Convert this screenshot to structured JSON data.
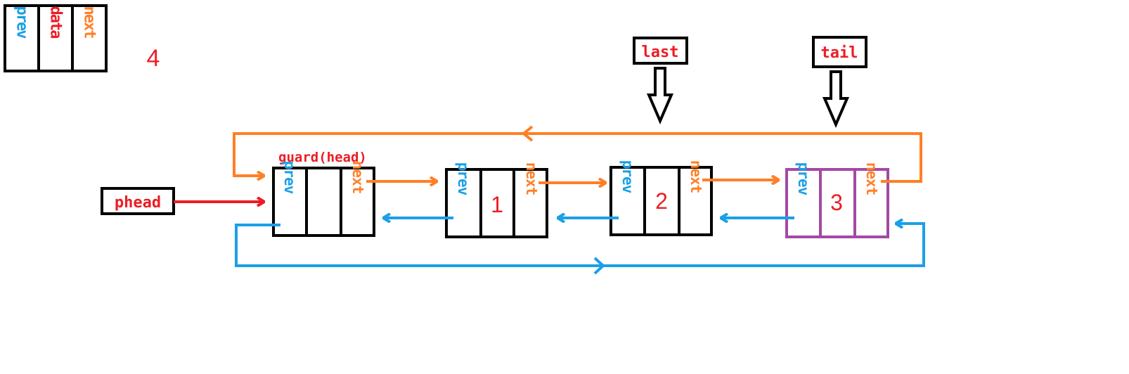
{
  "colors": {
    "prev": "#1aa0e6",
    "next": "#ff7f27",
    "data": "#ed1c24",
    "border": "#000000",
    "tail_node_border": "#a349a4"
  },
  "legend": {
    "prev_label": "prev",
    "data_label": "data",
    "next_label": "next"
  },
  "counter": "4",
  "pointers": {
    "phead": "phead",
    "last": "last",
    "tail": "tail"
  },
  "guard_caption": "guard(head)",
  "nodes": [
    {
      "prev": "prev",
      "data": "",
      "next": "next"
    },
    {
      "prev": "prev",
      "data": "1",
      "next": "next"
    },
    {
      "prev": "prev",
      "data": "2",
      "next": "next"
    },
    {
      "prev": "prev",
      "data": "3",
      "next": "next"
    }
  ]
}
